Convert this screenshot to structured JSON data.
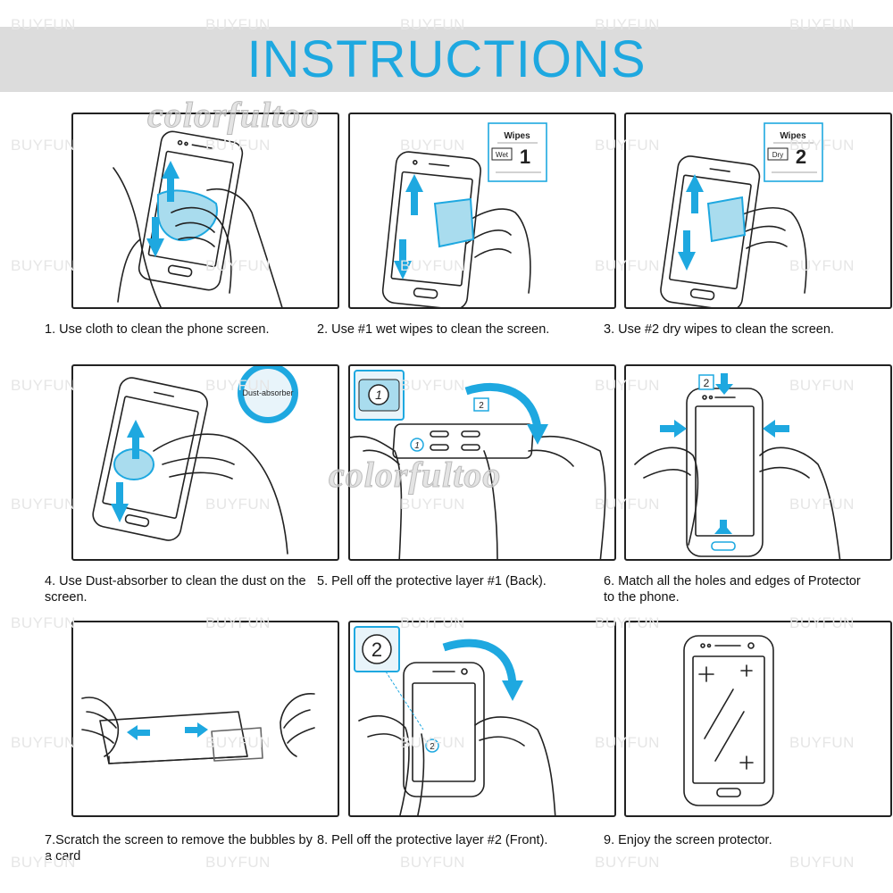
{
  "title": "INSTRUCTIONS",
  "watermarks": {
    "brand": "BUYFUN",
    "script": "colorfultoo"
  },
  "colors": {
    "accent": "#1ea8e0",
    "banner": "#dcdcdc",
    "line": "#222222"
  },
  "steps": [
    {
      "caption": "1. Use cloth to clean the phone screen.",
      "icon": "cloth-cleaning-icon"
    },
    {
      "caption": "2. Use #1 wet wipes to clean the screen.",
      "icon": "wet-wipe-icon",
      "packet": {
        "title": "Wipes",
        "tag": "Wet",
        "number": "1"
      }
    },
    {
      "caption": "3. Use #2 dry wipes to clean the screen.",
      "icon": "dry-wipe-icon",
      "packet": {
        "title": "Wipes",
        "tag": "Dry",
        "number": "2"
      }
    },
    {
      "caption": "4. Use Dust-absorber to clean the dust on the screen.",
      "icon": "dust-absorber-icon",
      "sticker": "Dust-absorber"
    },
    {
      "caption": "5. Pell off the protective layer #1 (Back).",
      "icon": "peel-back-layer-icon",
      "badges": [
        "1",
        "1",
        "2"
      ]
    },
    {
      "caption": "6. Match all the holes and edges of Protector to the phone.",
      "icon": "align-protector-icon",
      "badges": [
        "2"
      ]
    },
    {
      "caption": "7.Scratch the screen to remove the bubbles by a card",
      "icon": "remove-bubbles-icon"
    },
    {
      "caption": "8. Pell off the protective layer #2 (Front).",
      "icon": "peel-front-layer-icon",
      "badges": [
        "2",
        "2"
      ]
    },
    {
      "caption": "9. Enjoy the screen protector.",
      "icon": "finished-phone-icon"
    }
  ]
}
